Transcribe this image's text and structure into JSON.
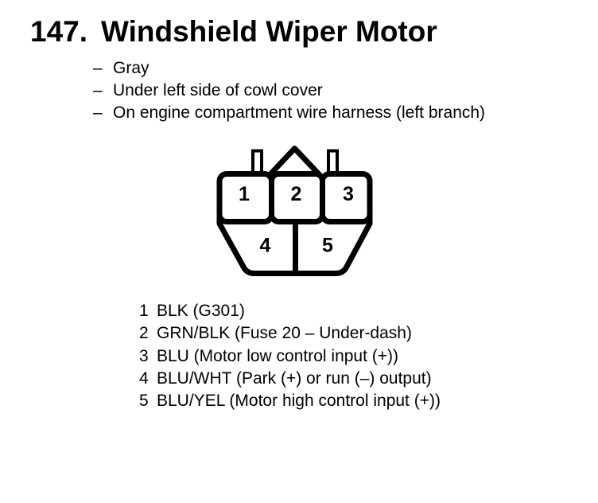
{
  "heading": {
    "number": "147.",
    "title": "Windshield Wiper Motor"
  },
  "notes": [
    {
      "marker": "–",
      "text": "Gray"
    },
    {
      "marker": "–",
      "text": "Under left side of cowl cover"
    },
    {
      "marker": "–",
      "text": "On engine compartment wire harness (left branch)"
    }
  ],
  "connector": {
    "pin_labels": [
      "1",
      "2",
      "3",
      "4",
      "5"
    ]
  },
  "pin_list": [
    {
      "pin": "1",
      "desc": "BLK (G301)"
    },
    {
      "pin": "2",
      "desc": "GRN/BLK (Fuse 20 – Under-dash)"
    },
    {
      "pin": "3",
      "desc": "BLU (Motor low control input (+))"
    },
    {
      "pin": "4",
      "desc": "BLU/WHT (Park (+) or run (–) output)"
    },
    {
      "pin": "5",
      "desc": "BLU/YEL (Motor high control input (+))"
    }
  ],
  "colors": {
    "ink": "#000000",
    "paper": "#ffffff"
  }
}
